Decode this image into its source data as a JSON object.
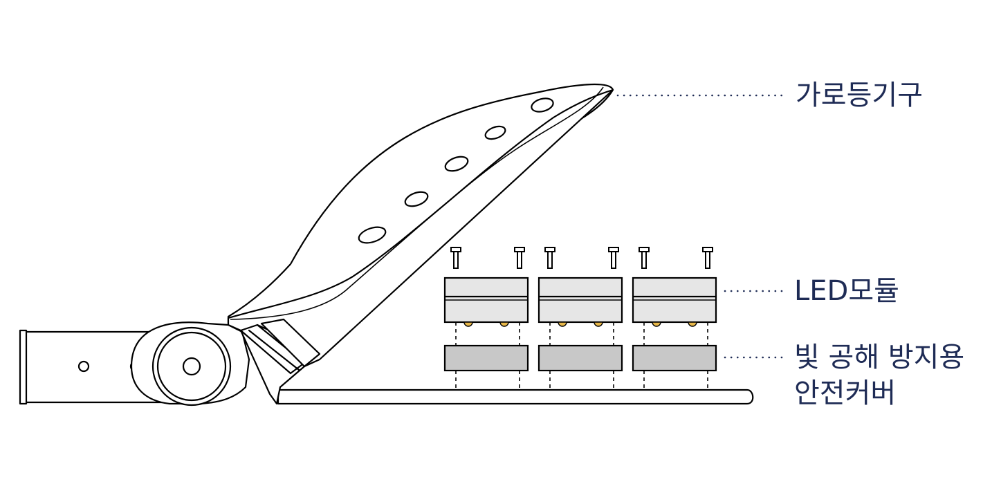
{
  "labels": {
    "fixture": "가로등기구",
    "led_module": "LED모듈",
    "cover_line1": "빛 공해 방지용",
    "cover_line2": "안전커버"
  },
  "colors": {
    "label_text": "#1e2b55",
    "outline": "#000000",
    "module_fill": "#e6e6e6",
    "cover_fill": "#c8c8c8",
    "led_fill": "#e8b84a"
  },
  "module_count": 3
}
